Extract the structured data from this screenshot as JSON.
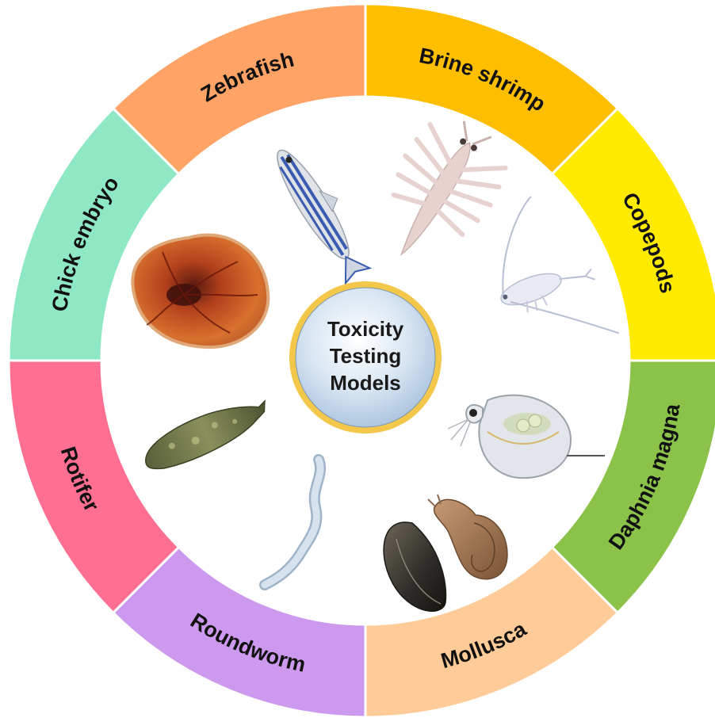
{
  "center": {
    "lines": [
      "Toxicity",
      "Testing",
      "Models"
    ]
  },
  "segments": [
    {
      "label": "Zebrafish",
      "color": "#FFA366",
      "organism_icon": "zebrafish-icon"
    },
    {
      "label": "Brine shrimp",
      "color": "#FFBE00",
      "organism_icon": "brine-shrimp-icon"
    },
    {
      "label": "Copepods",
      "color": "#FFEA00",
      "organism_icon": "copepod-icon"
    },
    {
      "label": "Daphnia magna",
      "color": "#8BC34A",
      "organism_icon": "daphnia-icon"
    },
    {
      "label": "Mollusca",
      "color": "#FFCC99",
      "organism_icon": "mollusca-icon"
    },
    {
      "label": "Roundworm",
      "color": "#CC99EE",
      "organism_icon": "roundworm-icon"
    },
    {
      "label": "Rotifer",
      "color": "#FF6F91",
      "organism_icon": "rotifer-icon"
    },
    {
      "label": "Chick embryo",
      "color": "#8FE8C4",
      "organism_icon": "chick-embryo-icon"
    }
  ]
}
